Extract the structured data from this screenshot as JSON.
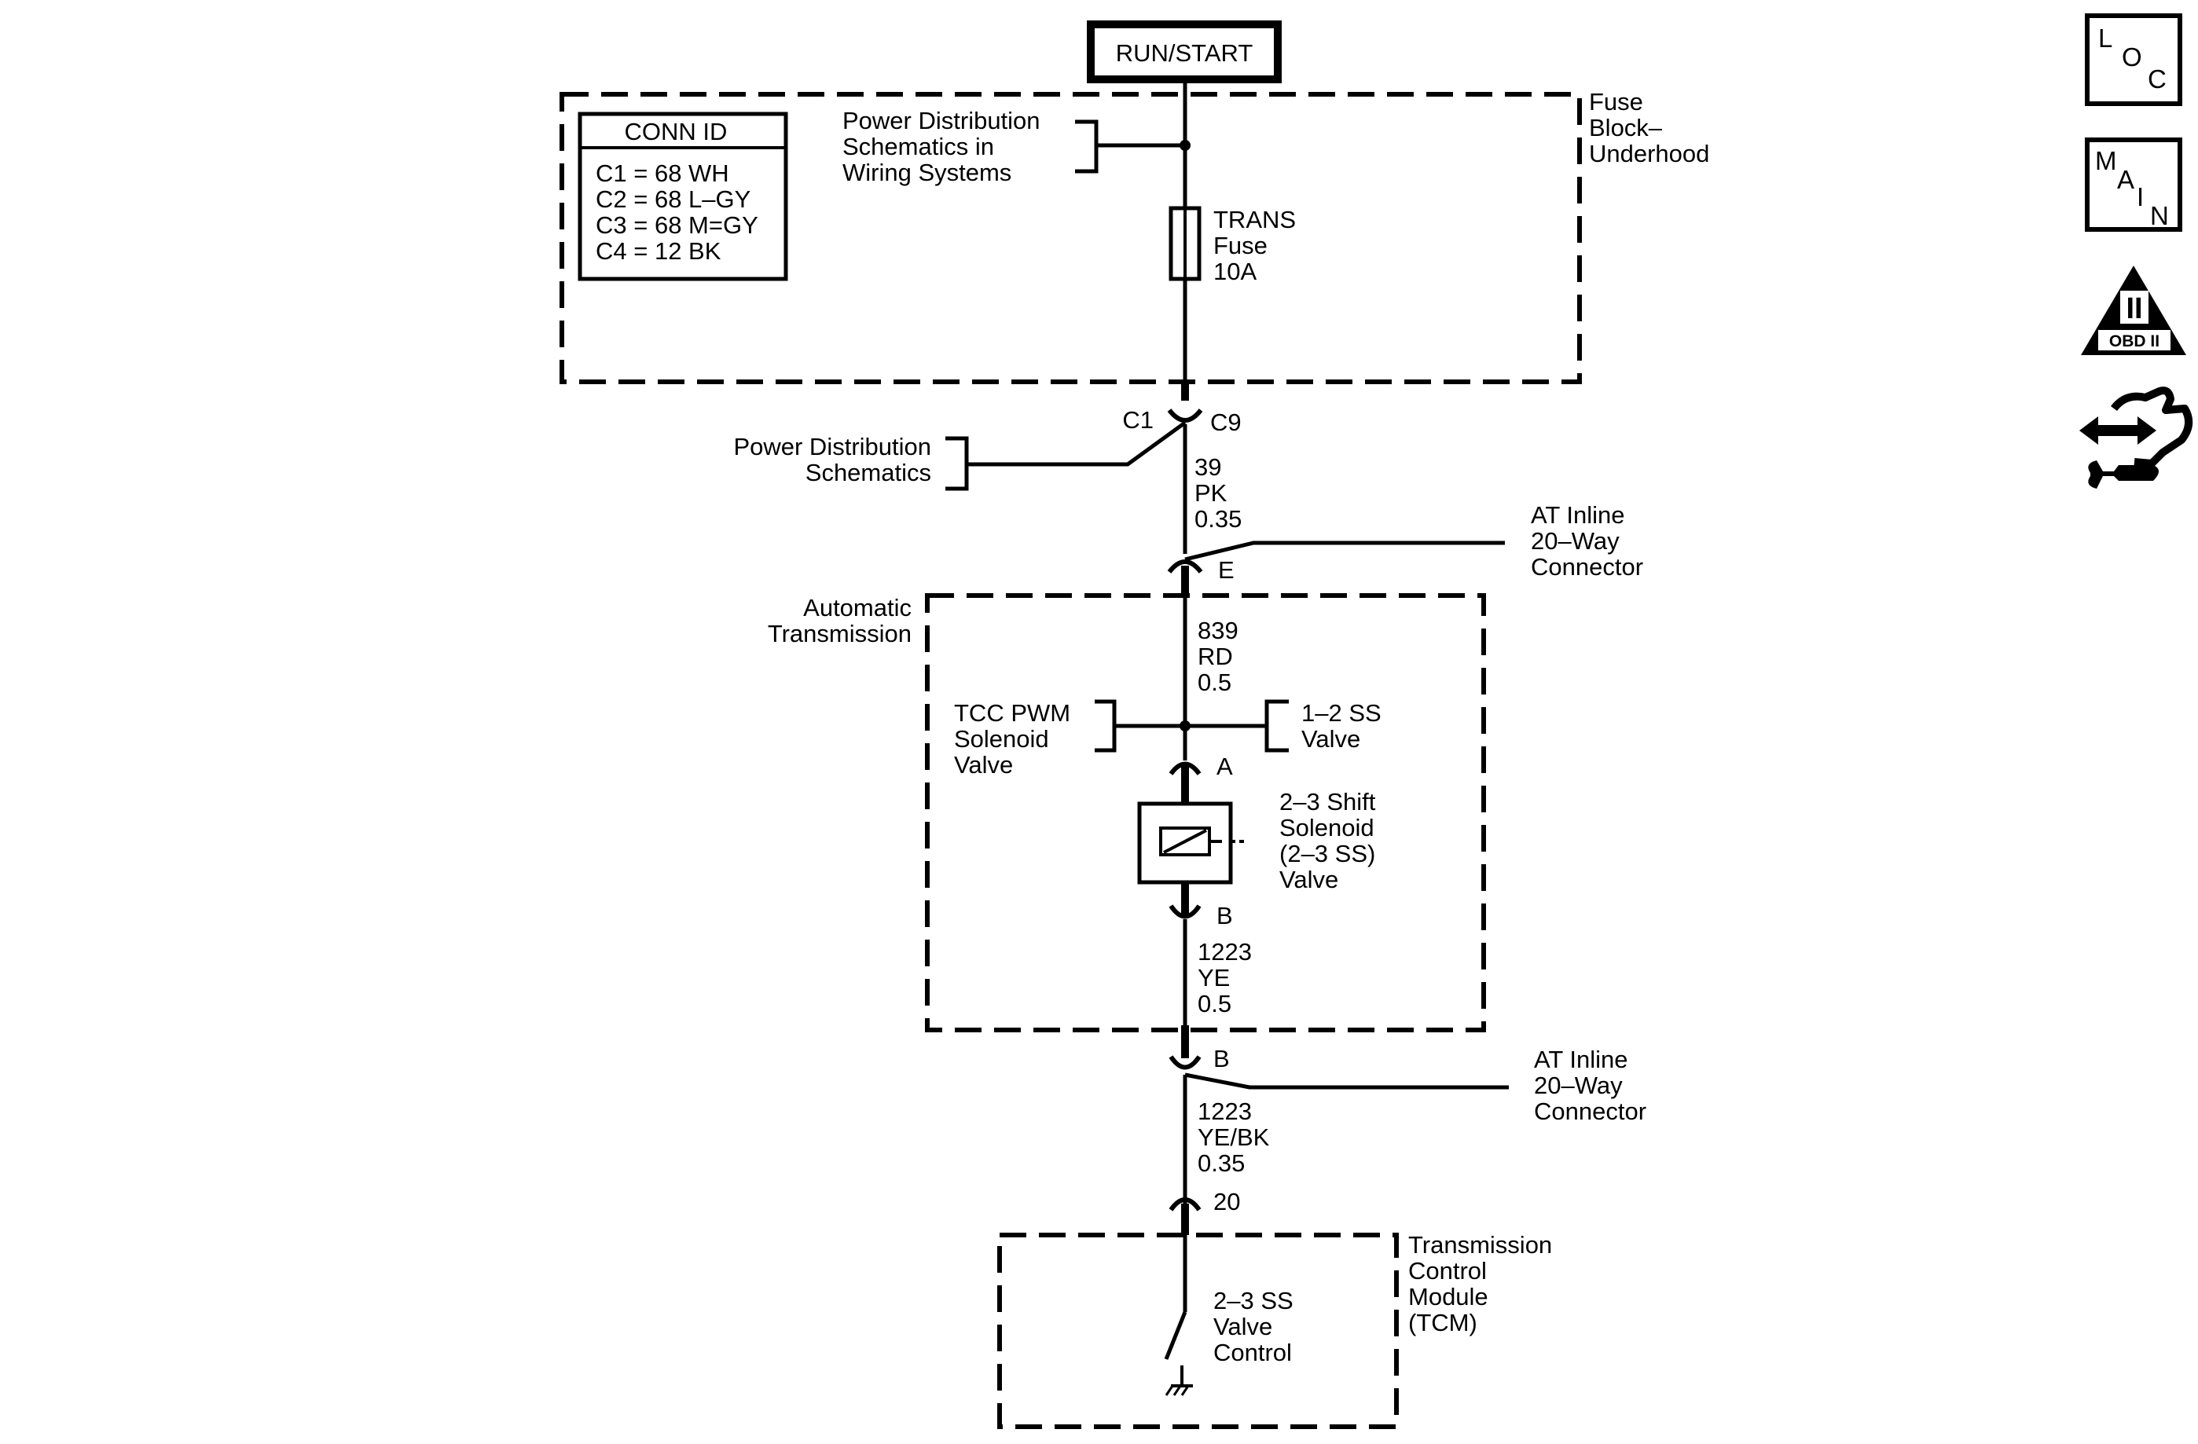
{
  "diagram": {
    "power_source": "RUN/START",
    "fuse_block": {
      "label_lines": [
        "Fuse",
        "Block–",
        "Underhood"
      ]
    },
    "conn_id": {
      "title": "CONN ID",
      "rows": [
        "C1 = 68 WH",
        "C2 = 68 L–GY",
        "C3 = 68 M=GY",
        "C4 = 12 BK"
      ]
    },
    "power_dist_ref_top": [
      "Power Distribution",
      "Schematics in",
      "Wiring Systems"
    ],
    "fuse": [
      "TRANS",
      "Fuse",
      "10A"
    ],
    "connector_c1": "C1",
    "connector_c9": "C9",
    "power_dist_ref_mid": [
      "Power Distribution",
      "Schematics"
    ],
    "wire_1": [
      "39",
      "PK",
      "0.35"
    ],
    "inline_connector_1": [
      "AT Inline",
      "20–Way",
      "Connector"
    ],
    "pin_e": "E",
    "automatic_transmission": [
      "Automatic",
      "Transmission"
    ],
    "wire_2": [
      "839",
      "RD",
      "0.5"
    ],
    "tcc_pwm_ref": [
      "TCC PWM",
      "Solenoid",
      "Valve"
    ],
    "ss12_ref": [
      "1–2 SS",
      "Valve"
    ],
    "pin_a": "A",
    "solenoid_label": [
      "2–3 Shift",
      "Solenoid",
      "(2–3 SS)",
      "Valve"
    ],
    "pin_b_solenoid": "B",
    "wire_3": [
      "1223",
      "YE",
      "0.5"
    ],
    "pin_b_inline": "B",
    "inline_connector_2": [
      "AT Inline",
      "20–Way",
      "Connector"
    ],
    "wire_4": [
      "1223",
      "YE/BK",
      "0.35"
    ],
    "pin_20": "20",
    "tcm": [
      "Transmission",
      "Control",
      "Module",
      "(TCM)"
    ],
    "tcm_control": [
      "2–3 SS",
      "Valve",
      "Control"
    ]
  },
  "nav": {
    "loc": [
      "L",
      "O",
      "C"
    ],
    "main": [
      "M",
      "A",
      "I",
      "N"
    ],
    "obd": {
      "numeral": "II",
      "label": "OBD II"
    },
    "tools_icon": "connector-tools-icon"
  },
  "colors": {
    "ink": "#000000",
    "paper": "#ffffff"
  }
}
